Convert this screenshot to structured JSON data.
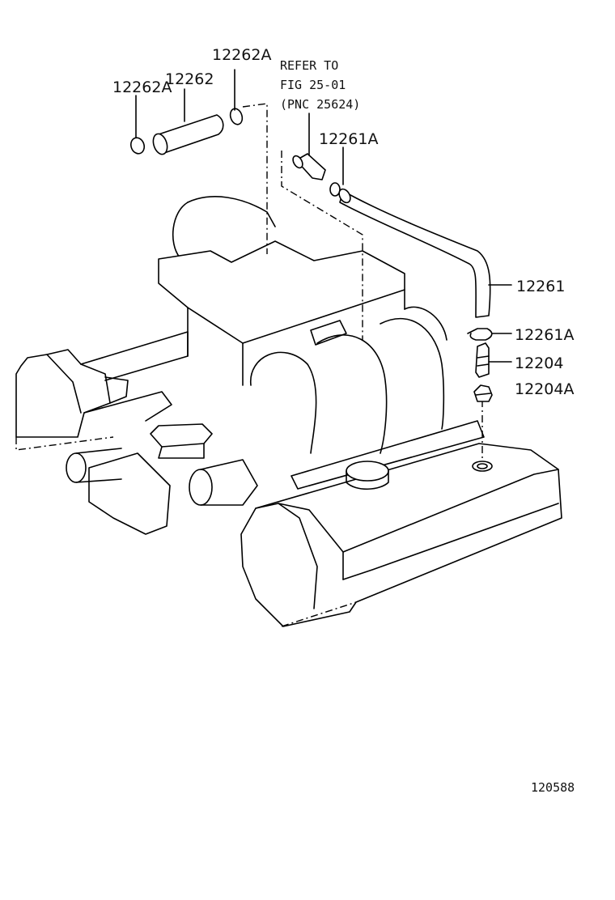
{
  "labels": {
    "hose_12262": "12262",
    "clamp_12262a_left": "12262A",
    "clamp_12262a_right": "12262A",
    "refer_line1": "REFER TO",
    "refer_line2": "FIG 25-01",
    "refer_line3": "(PNC 25624)",
    "clamp_12261a_top": "12261A",
    "hose_12261": "12261",
    "clamp_12261a_bottom": "12261A",
    "valve_12204": "12204",
    "grommet_12204a": "12204A",
    "figure_number": "120588"
  }
}
